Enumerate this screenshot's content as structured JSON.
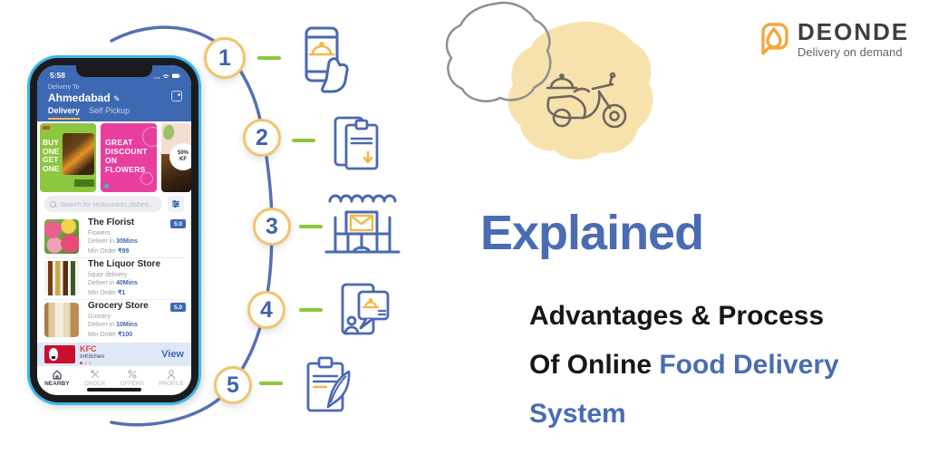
{
  "logo": {
    "name": "DEONDE",
    "tagline": "Delivery on demand"
  },
  "headline": {
    "title": "Explained",
    "line1": "Advantages & Process",
    "line2_dark": "Of Online ",
    "line2_blue": "Food Delivery",
    "line3_blue": "System"
  },
  "steps": [
    {
      "number": "1",
      "icon": "app-order-phone-icon"
    },
    {
      "number": "2",
      "icon": "order-placed-clipboard-icon"
    },
    {
      "number": "3",
      "icon": "restaurant-receives-order-icon"
    },
    {
      "number": "4",
      "icon": "delivery-assignment-icon"
    },
    {
      "number": "5",
      "icon": "review-feedback-icon"
    }
  ],
  "phone": {
    "status": {
      "time": "5:58"
    },
    "header": {
      "label": "Delivery To",
      "city": "Ahmedabad",
      "edit_glyph": "✎",
      "tabs": [
        "Delivery",
        "Self Pickup"
      ]
    },
    "banners": [
      {
        "text": "BUY\nONE\nGET\nONE"
      },
      {
        "text": "GREAT\nDISCOUNT\nON\nFLOWERS"
      },
      {
        "badge": "50%\nKF"
      }
    ],
    "search": {
      "placeholder": "Search for restaurants,dishes..."
    },
    "stores": [
      {
        "name": "The Florist",
        "category": "Flowers",
        "deliver_label": "Deliver in ",
        "deliver_value": "30Mins",
        "min_label": "Min Order ",
        "min_value": "₹99",
        "rating": "5.0"
      },
      {
        "name": "The Liquor Store",
        "category": "liquor delivery",
        "deliver_label": "Deliver in ",
        "deliver_value": "40Mins",
        "min_label": "Min Order ",
        "min_value": "₹1",
        "rating": ""
      },
      {
        "name": "Grocery Store",
        "category": "Grocery",
        "deliver_label": "Deliver in ",
        "deliver_value": "10Mins",
        "min_label": "Min Order ",
        "min_value": "₹100",
        "rating": "5.0"
      }
    ],
    "promo": {
      "name": "KFC",
      "sub": "InKitchen",
      "action": "View"
    },
    "nav": [
      "NEARBY",
      "ORDER",
      "OFFERS",
      "PROFILE"
    ]
  },
  "colors": {
    "blue": "#4a6cb3",
    "header_blue": "#3d68b2",
    "circle_yellow": "#f2c469",
    "accent_yellow": "#f0b84a",
    "green_dash": "#8cc63e",
    "logo_orange": "#f2a93b",
    "banner_green": "#8dc63f",
    "banner_pink": "#e83f9e",
    "frame_blue": "#3fb6ea",
    "blob_yellow": "#f7e2ad"
  }
}
